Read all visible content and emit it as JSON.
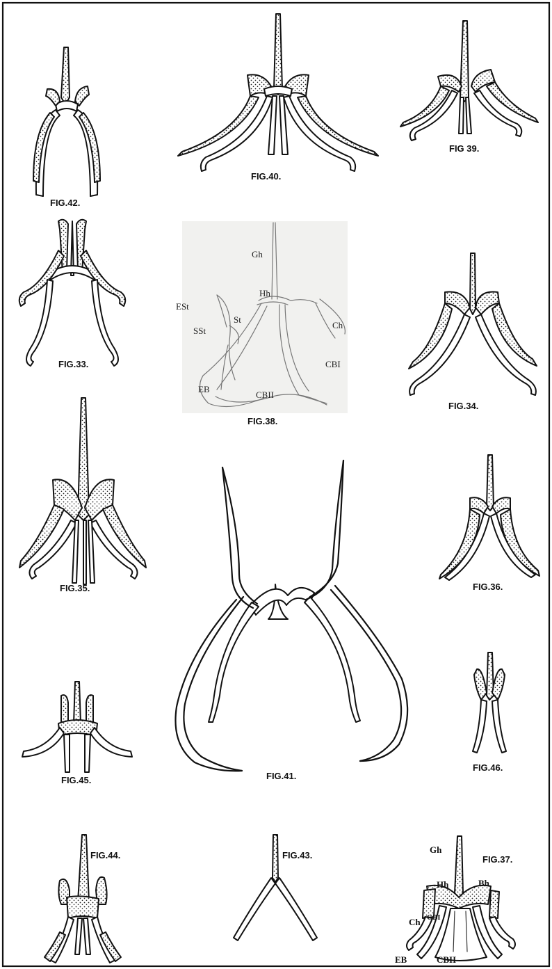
{
  "figures": {
    "fig33": {
      "caption": "FIG.33."
    },
    "fig34": {
      "caption": "FIG.34."
    },
    "fig35": {
      "caption": "FIG.35."
    },
    "fig36": {
      "caption": "FIG.36."
    },
    "fig37": {
      "caption": "FIG.37.",
      "labels": {
        "gh": "Gh",
        "hh": "Hh",
        "bh": "Bh",
        "ch": "Ch",
        "cb1": "CBI",
        "eb": "EB",
        "cb2": "CBII"
      }
    },
    "fig38": {
      "caption": "FIG.38.",
      "labels": {
        "gh": "Gh",
        "hh": "Hh",
        "est": "ESt",
        "st": "St",
        "sst": "SSt",
        "ch": "Ch",
        "cb1": "CBI",
        "eb": "EB",
        "cb2": "CBII"
      }
    },
    "fig39": {
      "caption": "FIG 39."
    },
    "fig40": {
      "caption": "FIG.40."
    },
    "fig41": {
      "caption": "FIG.41."
    },
    "fig42": {
      "caption": "FIG.42."
    },
    "fig43": {
      "caption": "FIG.43."
    },
    "fig44": {
      "caption": "FIG.44."
    },
    "fig45": {
      "caption": "FIG.45."
    },
    "fig46": {
      "caption": "FIG.46."
    }
  }
}
